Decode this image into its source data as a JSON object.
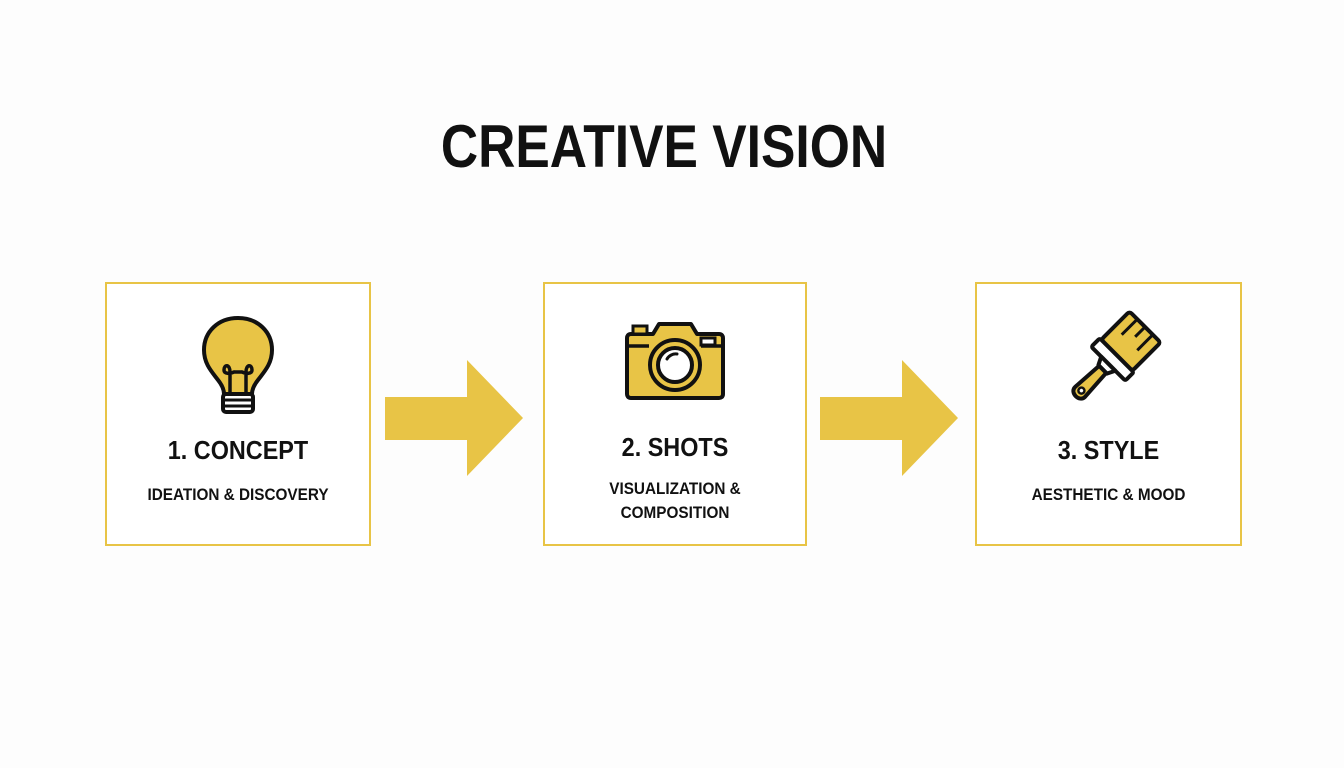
{
  "title": "CREATIVE VISION",
  "colors": {
    "accent": "#e8c446",
    "border": "#e8c446",
    "text": "#111111",
    "background": "#fdfdfd"
  },
  "steps": [
    {
      "title": "1. CONCEPT",
      "subtitle_lines": [
        "IDEATION & DISCOVERY"
      ],
      "icon": "lightbulb-icon"
    },
    {
      "title": "2. SHOTS",
      "subtitle_lines": [
        "VISUALIZATION &",
        "COMPOSITION"
      ],
      "icon": "camera-icon"
    },
    {
      "title": "3. STYLE",
      "subtitle_lines": [
        "AESTHETIC & MOOD"
      ],
      "icon": "paintbrush-icon"
    }
  ]
}
